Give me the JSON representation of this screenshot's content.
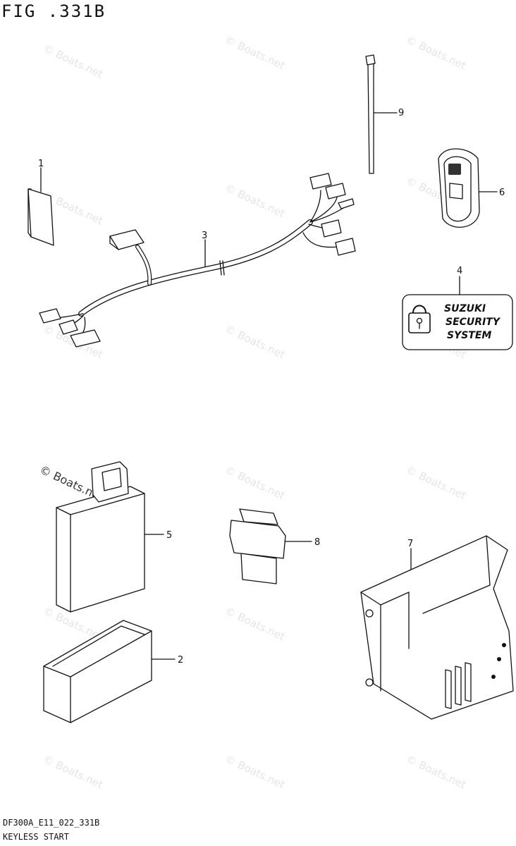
{
  "figure": {
    "title": "FIG .331B",
    "code": "DF300A_E11_022_331B",
    "name": "KEYLESS START"
  },
  "callouts": [
    "1",
    "2",
    "3",
    "4",
    "5",
    "6",
    "7",
    "8",
    "9"
  ],
  "decal_text": [
    "SUZUKI",
    "SECURITY",
    "SYSTEM"
  ],
  "watermark": "© Boats.net"
}
